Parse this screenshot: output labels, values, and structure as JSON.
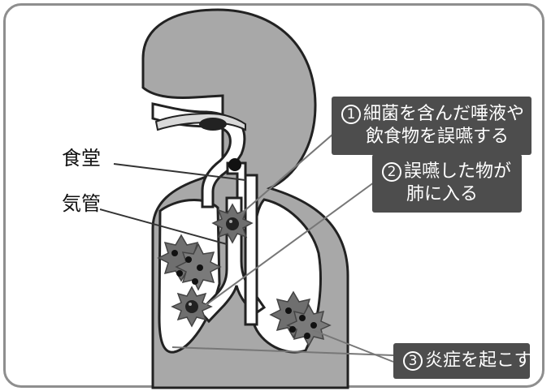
{
  "labels": {
    "esophagus": "食堂",
    "trachea": "気管"
  },
  "steps": [
    {
      "number": "1",
      "line1": "細菌を含んだ唾液や",
      "line2": "飲食物を誤嚥する"
    },
    {
      "number": "2",
      "line1": "誤嚥した物が",
      "line2": "肺に入る"
    },
    {
      "number": "3",
      "line1": "炎症を起こす"
    }
  ],
  "colors": {
    "frame": "#8e8e8e",
    "body_fill": "#a8a8a8",
    "outline": "#222222",
    "callout_bg": "#4d4d4d",
    "bacteria": "#6f6f6f"
  }
}
